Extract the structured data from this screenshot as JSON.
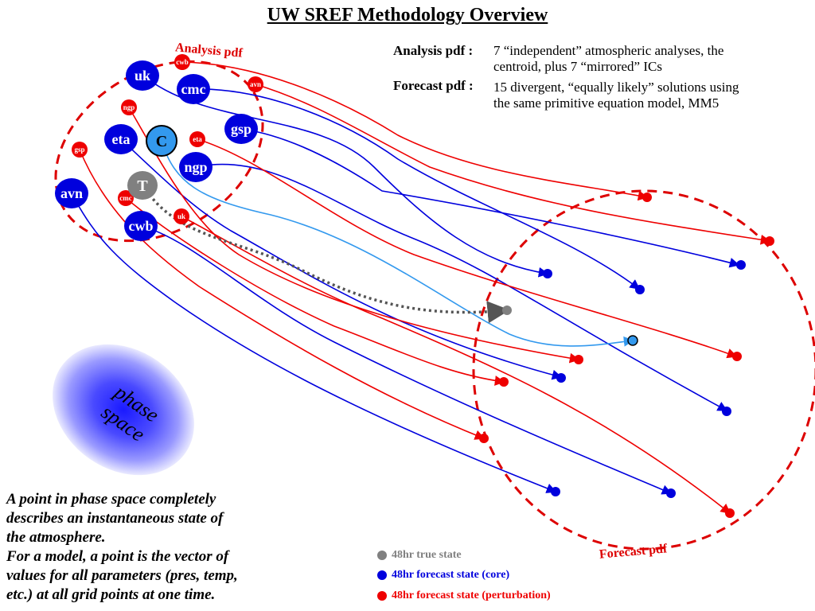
{
  "title": "UW SREF Methodology Overview",
  "definitions": [
    {
      "term": "Analysis pdf :",
      "text": [
        "7 “independent” atmospheric analyses, the",
        "centroid, plus 7 “mirrored” ICs"
      ]
    },
    {
      "term": "Forecast pdf :",
      "text": [
        "15 divergent, “equally likely” solutions using",
        "the same primitive equation model, MM5"
      ]
    }
  ],
  "analysis_label": "Analysis pdf",
  "forecast_label": "Forecast pdf",
  "phase_space_label": [
    "phase",
    "space"
  ],
  "caption": [
    "A point in phase space completely",
    "describes an instantaneous state of",
    "the atmosphere.",
    "For a model, a point is the vector of",
    "values for all parameters (pres, temp,",
    "etc.) at all grid points at one time."
  ],
  "legend": [
    {
      "label": "48hr true state",
      "color": "#808080"
    },
    {
      "label": "48hr forecast state (core)",
      "color": "#0000dd"
    },
    {
      "label": "48hr forecast state (perturbation)",
      "color": "#ee0000"
    }
  ],
  "colors": {
    "core": "#0000dd",
    "perturbation": "#ee0000",
    "truth": "#808080",
    "centroid": "#3399ee",
    "outline": "#dd0000"
  },
  "core_nodes": [
    "uk",
    "cmc",
    "gsp",
    "eta",
    "ngp",
    "avn",
    "cwb"
  ],
  "perturbation_nodes": [
    "cwb",
    "avn",
    "ngp",
    "eta",
    "gsp",
    "cmc",
    "uk"
  ],
  "centroid_node": "C",
  "truth_node": "T"
}
